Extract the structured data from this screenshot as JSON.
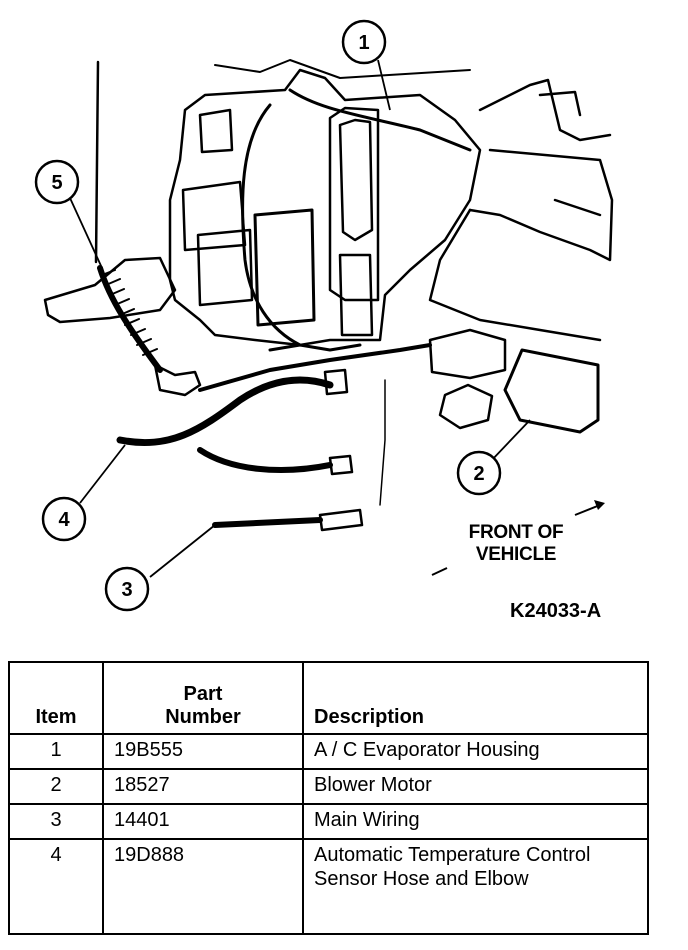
{
  "figure": {
    "callouts": [
      {
        "num": "1"
      },
      {
        "num": "2"
      },
      {
        "num": "3"
      },
      {
        "num": "4"
      },
      {
        "num": "5"
      }
    ],
    "front_label_line1": "FRONT OF",
    "front_label_line2": "VEHICLE",
    "code": "K24033-A"
  },
  "table": {
    "headers": {
      "item": "Item",
      "part_line1": "Part",
      "part_line2": "Number",
      "description": "Description"
    },
    "rows": [
      {
        "item": "1",
        "part": "19B555",
        "description": "A / C Evaporator Housing"
      },
      {
        "item": "2",
        "part": "18527",
        "description": "Blower Motor"
      },
      {
        "item": "3",
        "part": "14401",
        "description": "Main Wiring"
      },
      {
        "item": "4",
        "part": "19D888",
        "description": "Automatic Temperature Control Sensor Hose and Elbow"
      }
    ]
  }
}
